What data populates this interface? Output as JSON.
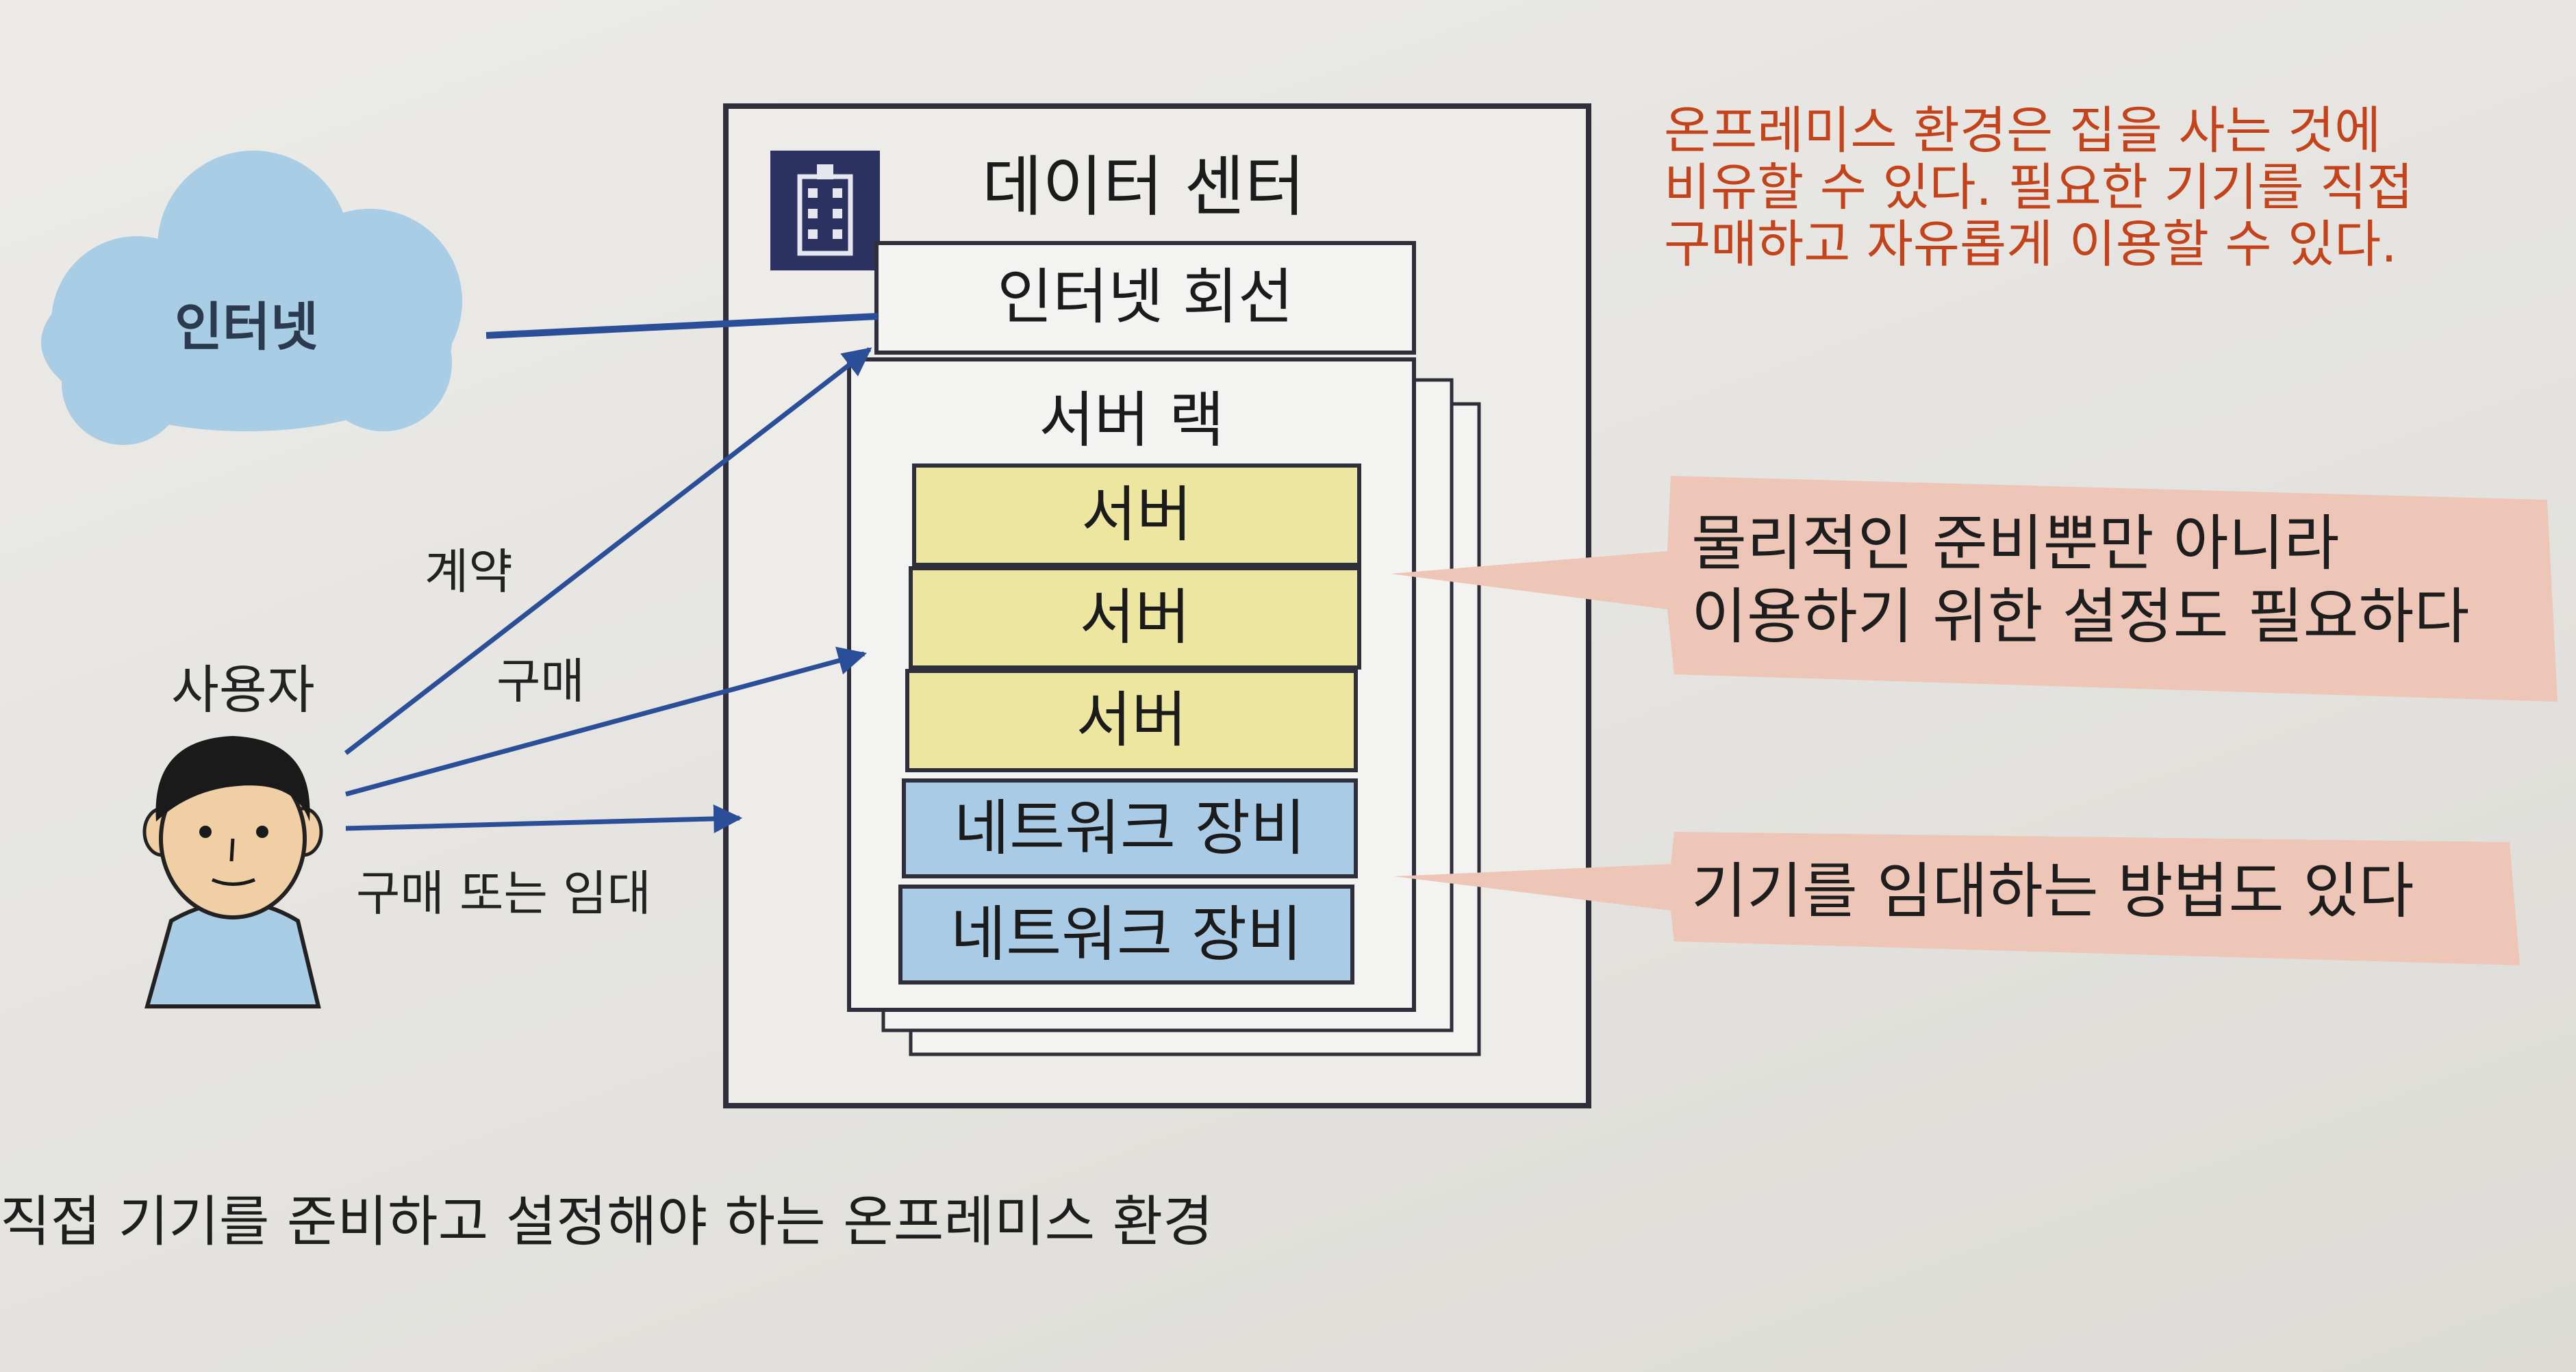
{
  "diagram": {
    "cloud_label": "인터넷",
    "datacenter_title": "데이터 센터",
    "internet_line_label": "인터넷 회선",
    "server_rack_title": "서버 랙",
    "servers": [
      "서버",
      "서버",
      "서버"
    ],
    "network_devices": [
      "네트워크 장비",
      "네트워크 장비"
    ],
    "user_label": "사용자",
    "arrow_labels": {
      "contract": "계약",
      "purchase": "구매",
      "purchase_or_lease": "구매 또는 임대"
    },
    "note": "온프레미스 환경은 집을 사는 것에\n비유할 수 있다. 필요한 기기를 직접\n구매하고 자유롭게 이용할 수 있다.",
    "callout_1": "물리적인 준비뿐만 아니라\n이용하기 위한 설정도 필요하다",
    "callout_2": "기기를 임대하는 방법도 있다",
    "caption": "직접 기기를 준비하고 설정해야 하는 온프레미스 환경"
  },
  "colors": {
    "cloud": "#a9cde4",
    "server": "#ece6a0",
    "network": "#a9cbe6",
    "callout": "#eec6b8",
    "arrow": "#2a4f98",
    "note_text": "#c4431b",
    "datacenter_badge": "#2b3160"
  }
}
